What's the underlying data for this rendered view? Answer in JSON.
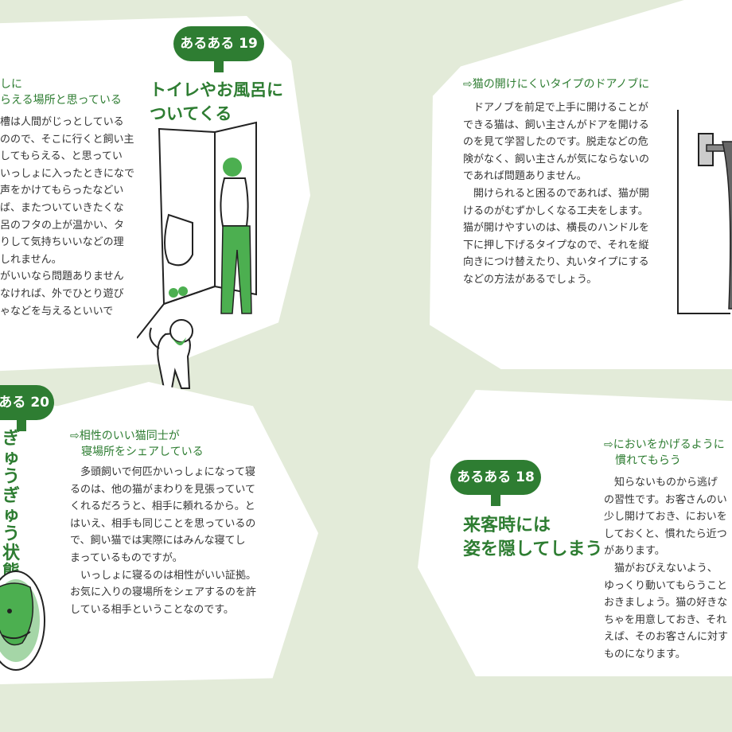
{
  "panel19": {
    "badge": "あるある 19",
    "title_lines": [
      "トイレやお風呂に",
      "ついてくる"
    ],
    "sub_lines": [
      "しに",
      "らえる場所と思っている"
    ],
    "body_lines": [
      "槽は人間がじっとしている",
      "のので、そこに行くと飼い主",
      "してもらえる、と思ってい",
      "いっしょに入ったときになで",
      "声をかけてもらったなどい",
      "ば、またついていきたくな",
      "呂のフタの上が温かい、タ",
      "りして気持ちいいなどの理",
      "しれません。",
      "がいいなら問題ありません",
      "なければ、外でひとり遊び",
      "ゃなどを与えるといいで"
    ]
  },
  "panel_door": {
    "sub": "⇨猫の開けにくいタイプのドアノブに",
    "body_lines": [
      "　ドアノブを前足で上手に開けることが",
      "できる猫は、飼い主さんがドアを開ける",
      "のを見て学習したのです。脱走などの危",
      "険がなく、飼い主さんが気にならないの",
      "であれば問題ありません。",
      "　開けられると困るのであれば、猫が開",
      "けるのがむずかしくなる工夫をします。",
      "猫が開けやすいのは、横長のハンドルを",
      "下に押し下げるタイプなので、それを縦",
      "向きにつけ替えたり、丸いタイプにする",
      "などの方法があるでしょう。"
    ]
  },
  "panel20": {
    "badge": "ある 20",
    "vertical_title": [
      "ぎ",
      "ゅ",
      "う",
      "ぎ",
      "ゅ",
      "う",
      "状",
      "態"
    ],
    "sub_lines": [
      "⇨相性のいい猫同士が",
      "　寝場所をシェアしている"
    ],
    "body_lines": [
      "　多頭飼いで何匹かいっしょになって寝",
      "るのは、他の猫がまわりを見張っていて",
      "くれるだろうと、相手に頼れるから。と",
      "はいえ、相手も同じことを思っているの",
      "で、飼い猫では実際にはみんな寝てし",
      "まっているものですが。",
      "　いっしょに寝るのは相性がいい証拠。",
      "お気に入りの寝場所をシェアするのを許",
      "している相手ということなのです。"
    ]
  },
  "panel18": {
    "badge": "あるある 18",
    "title_lines": [
      "来客時には",
      "姿を隠してしまう"
    ],
    "sub_lines": [
      "⇨においをかげるように",
      "　慣れてもらう"
    ],
    "body_lines": [
      "　知らないものから逃げ",
      "の習性です。お客さんのい",
      "少し開けておき、においを",
      "しておくと、慣れたら近つ",
      "があります。",
      "　猫がおびえないよう、",
      "ゆっくり動いてもらうこと",
      "おきましょう。猫の好きな",
      "ちゃを用意しておき、それ",
      "えば、そのお客さんに対す",
      "ものになります。"
    ]
  },
  "colors": {
    "accent": "#2e7d32",
    "background": "#e3ebd9"
  }
}
